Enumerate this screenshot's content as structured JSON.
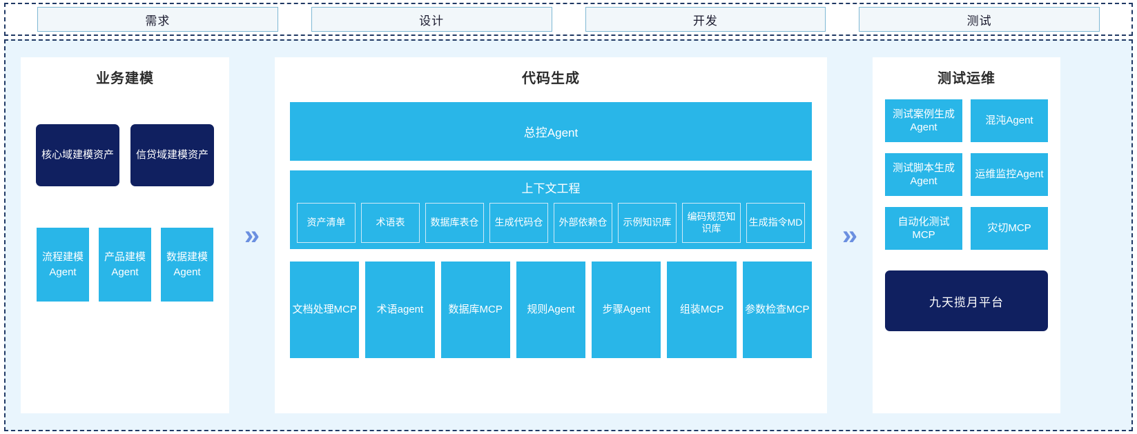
{
  "phases": [
    {
      "label": "需求"
    },
    {
      "label": "设计"
    },
    {
      "label": "开发"
    },
    {
      "label": "测试"
    }
  ],
  "chevrons": {
    "glyph": "»"
  },
  "colors": {
    "accent_blue": "#29b6e8",
    "navy": "#102060",
    "page_bg": "#e9f5fd",
    "chevron": "#6b8fe0",
    "phase_border": "#7fb8d4",
    "frame_border": "#1f3864"
  },
  "left_panel": {
    "title": "业务建模",
    "assets": [
      {
        "label": "核心域建模资产"
      },
      {
        "label": "信贷域建模资产"
      }
    ],
    "agents": [
      {
        "label": "流程建模Agent"
      },
      {
        "label": "产品建模Agent"
      },
      {
        "label": "数据建模Agent"
      }
    ]
  },
  "center_panel": {
    "title": "代码生成",
    "master_agent": "总控Agent",
    "context": {
      "title": "上下文工程",
      "items": [
        {
          "label": "资产清单"
        },
        {
          "label": "术语表"
        },
        {
          "label": "数据库表仓"
        },
        {
          "label": "生成代码仓"
        },
        {
          "label": "外部依赖仓"
        },
        {
          "label": "示例知识库"
        },
        {
          "label": "编码规范知识库"
        },
        {
          "label": "生成指令MD"
        }
      ]
    },
    "tools": [
      {
        "label": "文档处理MCP"
      },
      {
        "label": "术语agent"
      },
      {
        "label": "数据库MCP"
      },
      {
        "label": "规则Agent"
      },
      {
        "label": "步骤Agent"
      },
      {
        "label": "组装MCP"
      },
      {
        "label": "参数检查MCP"
      }
    ]
  },
  "right_panel": {
    "title": "测试运维",
    "items": [
      {
        "label": "测试案例生成Agent"
      },
      {
        "label": "混沌Agent"
      },
      {
        "label": "测试脚本生成Agent"
      },
      {
        "label": "运维监控Agent"
      },
      {
        "label": "自动化测试MCP"
      },
      {
        "label": "灾切MCP"
      }
    ],
    "platform": "九天揽月平台"
  }
}
